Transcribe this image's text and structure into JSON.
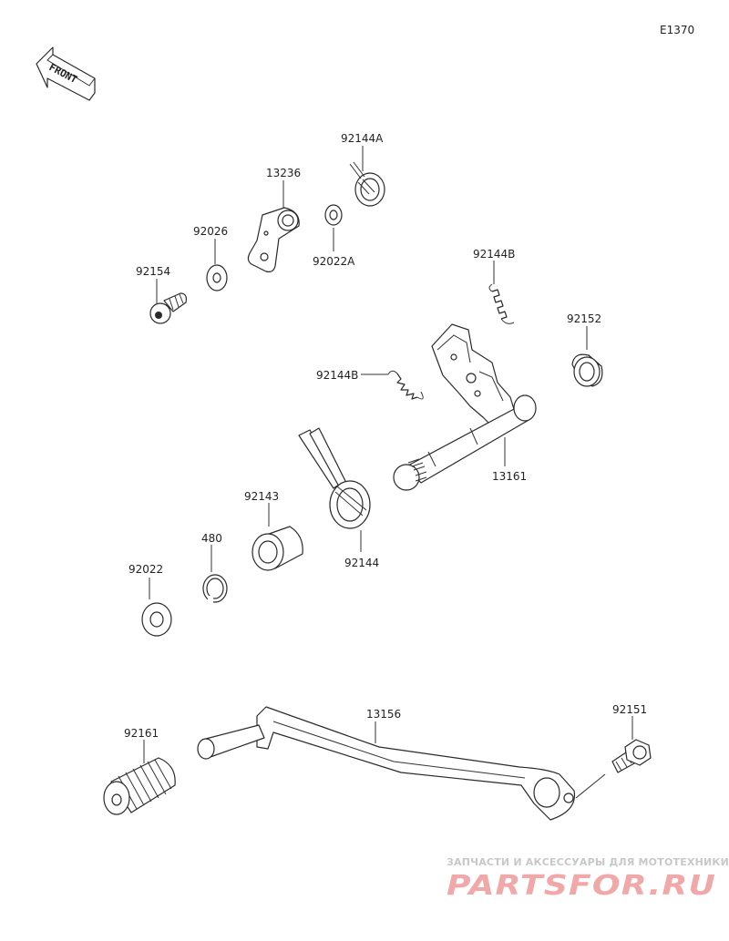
{
  "diagram_code": "E1370",
  "front_label": "FRONT",
  "callouts": {
    "p92144A": "92144A",
    "p13236": "13236",
    "p92026": "92026",
    "p92022A": "92022A",
    "p92154": "92154",
    "p92144B_top": "92144B",
    "p92152": "92152",
    "p92144B_mid": "92144B",
    "p13161": "13161",
    "p92143": "92143",
    "p480": "480",
    "p92144": "92144",
    "p92022": "92022",
    "p13156": "13156",
    "p92151": "92151",
    "p92161": "92161"
  },
  "watermark": {
    "tagline": "ЗАПЧАСТИ И АКСЕССУАРЫ ДЛЯ МОТОТЕХНИКИ",
    "logo": "PARTSFOR.RU"
  }
}
